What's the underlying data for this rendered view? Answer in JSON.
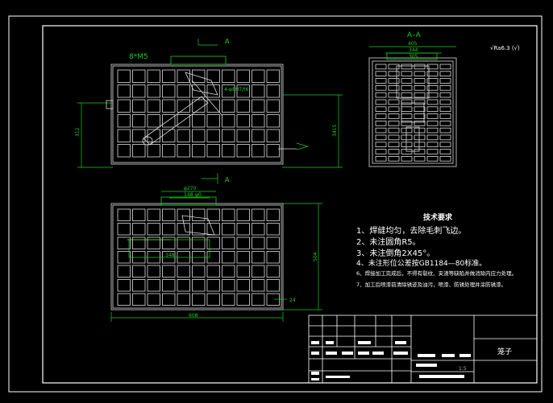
{
  "drawing": {
    "section_label": "A–A",
    "cut_letter_top": "A",
    "cut_letter_bottom": "A",
    "roughness": "√Ra6.3 (√)",
    "callout_bolts": "8*M5",
    "callout_hole": "4-φ8H7/t6",
    "dims": {
      "front_height": "312",
      "front_width_right": "3415",
      "section_width": "405",
      "section_inner": "344",
      "section_inner2": "305",
      "plan_top": "φ270",
      "plan_top2": "148",
      "plan_top3": "φ0",
      "plan_height": "504",
      "plan_width": "608",
      "plan_small": "24",
      "plan_inner": "348"
    }
  },
  "notes": {
    "title": "技术要求",
    "items": [
      "1、焊缝均匀，去除毛刺飞边。",
      "2、未注圆角R5。",
      "3、未注倒角2X45°。",
      "4、未注形位公差按GB1184—80标准。",
      "6、焊接加工完成后，不得有裂纹、夹渣等缺陷并做消除内应力处理。",
      "7、加工后喷漆前清除锈迹及油污，喷漆、防锈处理并涂防锈漆。"
    ]
  },
  "title_block": {
    "part_name": "笼子",
    "scale": "1:5"
  }
}
